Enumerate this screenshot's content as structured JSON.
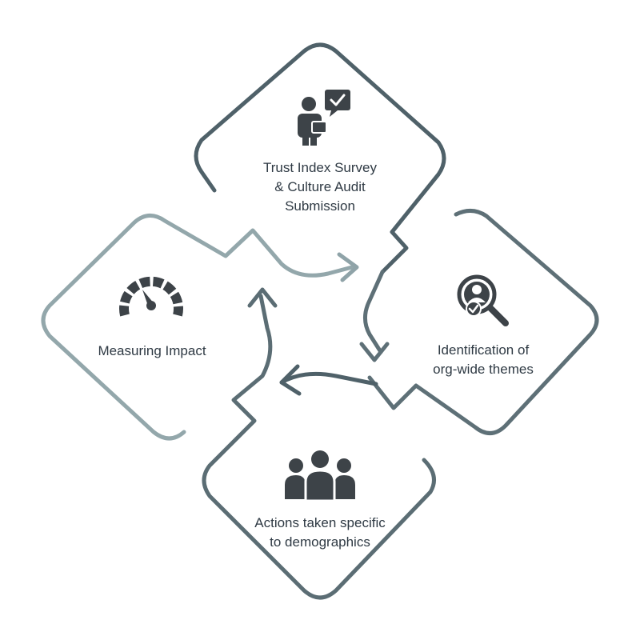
{
  "diagram": {
    "type": "cycle",
    "colors": {
      "track_dark": "#4f6169",
      "track_light": "#8fa3a8",
      "icon": "#3d4348",
      "text": "#2f3a44"
    },
    "stages": [
      {
        "id": "survey",
        "icon": "person-chat-check-icon",
        "lines": [
          "Trust Index Survey",
          "& Culture Audit",
          "Submission"
        ]
      },
      {
        "id": "themes",
        "icon": "magnifier-person-check-icon",
        "lines": [
          "Identification of",
          "org-wide themes"
        ]
      },
      {
        "id": "actions",
        "icon": "people-group-icon",
        "lines": [
          "Actions taken specific",
          "to demographics"
        ]
      },
      {
        "id": "impact",
        "icon": "speedometer-icon",
        "lines": [
          "Measuring Impact"
        ]
      }
    ]
  }
}
